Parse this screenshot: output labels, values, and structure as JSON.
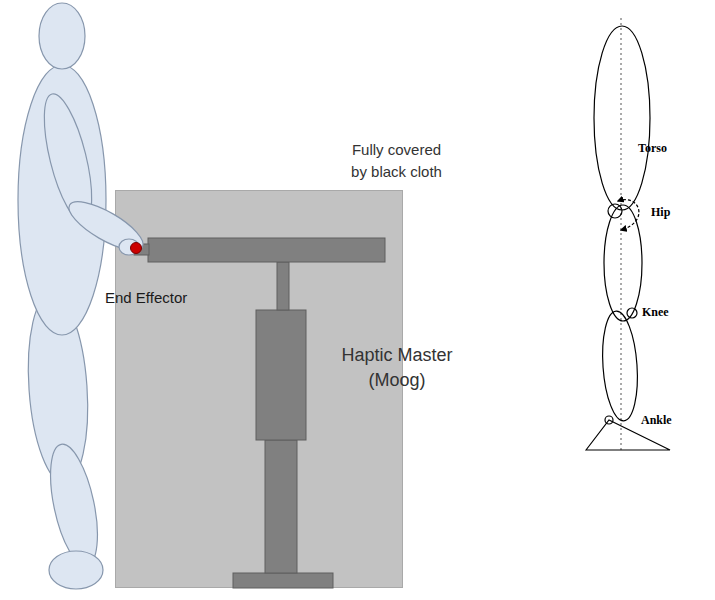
{
  "diagram": {
    "nodes": [
      {
        "text": [
          "Fully covered by black cloth",
          "Haptic Master (Moog)"
        ]
      }
    ],
    "labels": [
      "End Effector",
      "Torso",
      "Hip",
      "Knee",
      "Ankle"
    ]
  }
}
